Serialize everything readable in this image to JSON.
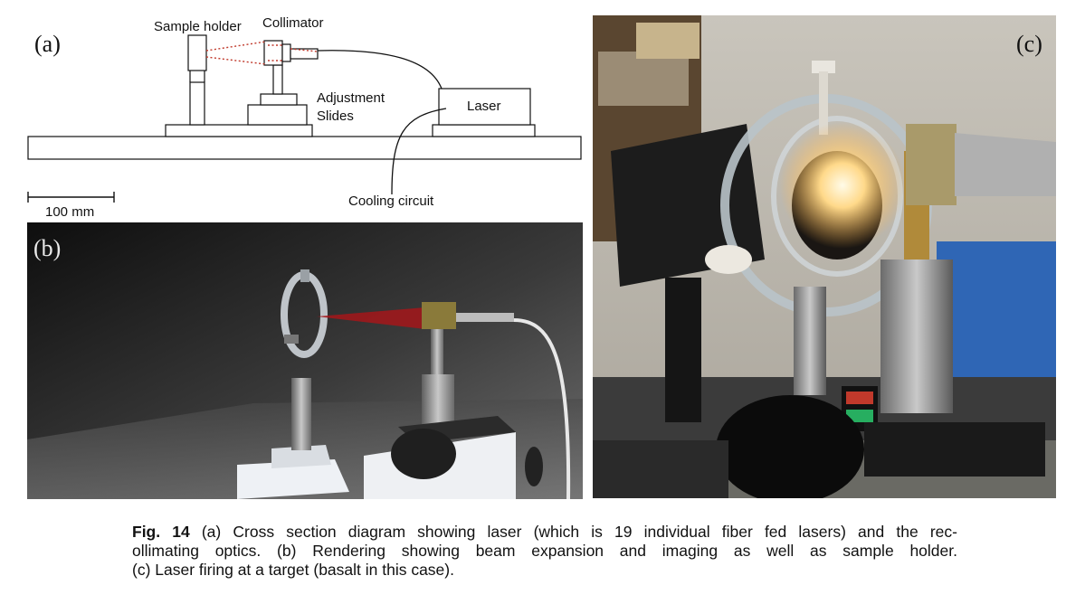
{
  "panels": {
    "a": {
      "letter": "(a)",
      "labels": {
        "sample_holder": "Sample holder",
        "collimator": "Collimator",
        "adjustment": "Adjustment",
        "slides": "Slides",
        "laser": "Laser",
        "cooling_circuit": "Cooling circuit",
        "scale_bar": "100 mm"
      }
    },
    "b": {
      "letter": "(b)"
    },
    "c": {
      "letter": "(c)"
    }
  },
  "caption": {
    "fig_label": "Fig. 14",
    "line1": "(a) Cross section diagram showing laser (which is 19 individual fiber fed lasers) and the rec-",
    "line2": "ollimating optics. (b) Rendering showing beam expansion and imaging as well as sample holder.",
    "line3": "(c) Laser firing at a target (basalt in this case)."
  }
}
